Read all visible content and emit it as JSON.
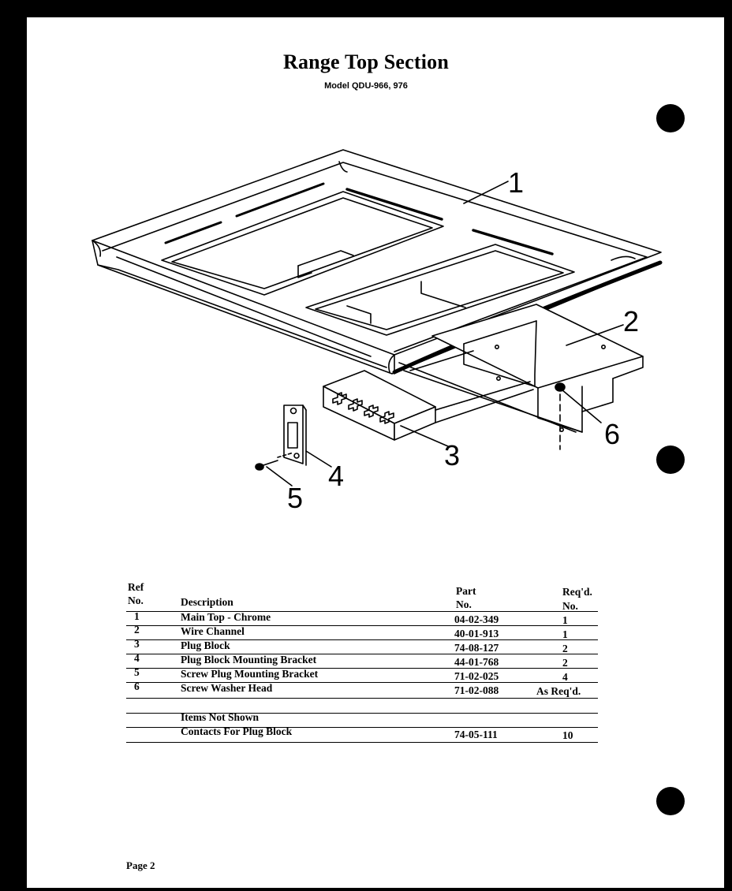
{
  "title": "Range Top Section",
  "model": "Model QDU-966, 976",
  "callouts": [
    "1",
    "2",
    "3",
    "4",
    "5",
    "6"
  ],
  "table": {
    "headers": {
      "ref_line1": "Ref",
      "ref_line2": "No.",
      "description": "Description",
      "part_line1": "Part",
      "part_line2": "No.",
      "req_line1": "Req'd.",
      "req_line2": "No."
    },
    "rows": [
      {
        "ref": "1",
        "description": "Main Top - Chrome",
        "part": "04-02-349",
        "req": "1"
      },
      {
        "ref": "2",
        "description": "Wire Channel",
        "part": "40-01-913",
        "req": "1"
      },
      {
        "ref": "3",
        "description": "Plug Block",
        "part": "74-08-127",
        "req": "2"
      },
      {
        "ref": "4",
        "description": "Plug Block Mounting Bracket",
        "part": "44-01-768",
        "req": "2"
      },
      {
        "ref": "5",
        "description": "Screw Plug Mounting Bracket",
        "part": "71-02-025",
        "req": "4"
      },
      {
        "ref": "6",
        "description": "Screw Washer Head",
        "part": "71-02-088",
        "req": "As Req'd."
      }
    ],
    "not_shown_heading": "Items Not Shown",
    "not_shown_rows": [
      {
        "description": "Contacts For Plug Block",
        "part": "74-05-111",
        "req": "10"
      }
    ]
  },
  "page": "Page 2"
}
